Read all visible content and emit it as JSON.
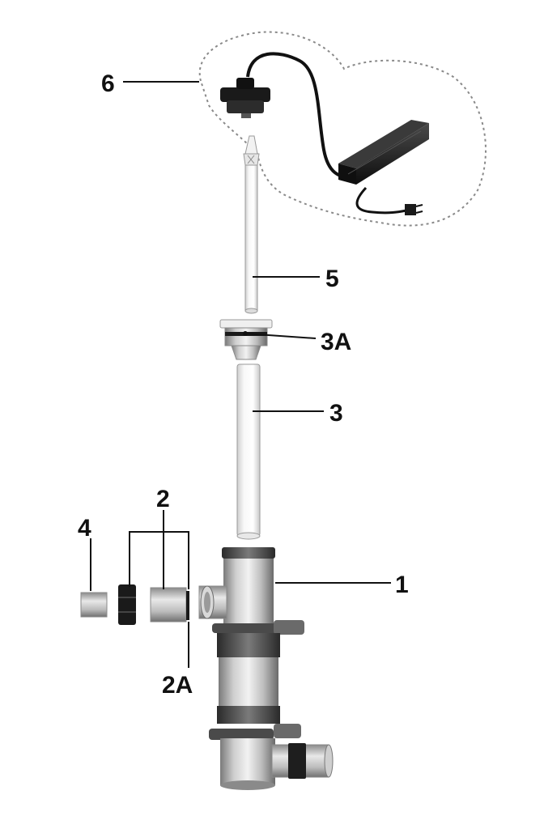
{
  "callouts": {
    "c1": "1",
    "c2": "2",
    "c2a": "2A",
    "c3": "3",
    "c3a": "3A",
    "c4": "4",
    "c5": "5",
    "c6": "6"
  },
  "colors": {
    "ink": "#111111",
    "metal_light": "#e6e6e6",
    "metal_mid": "#b8b8b8",
    "metal_dark": "#6e6e6e",
    "glass": "#f4f4f4",
    "black_part": "#1a1a1a",
    "boundary": "#8a8a8a"
  }
}
